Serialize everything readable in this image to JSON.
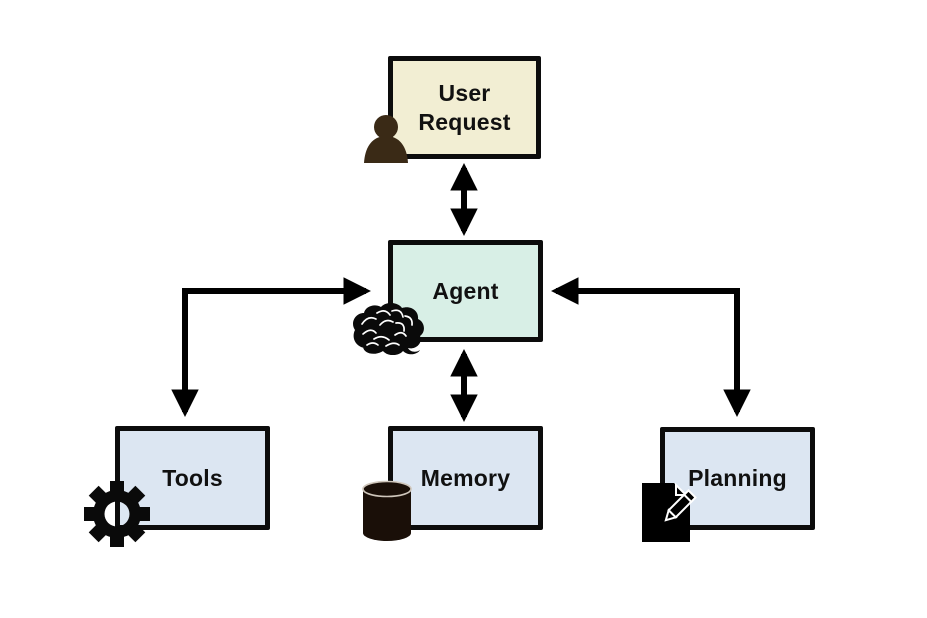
{
  "diagram": {
    "kind": "flowchart",
    "background": "#ffffff",
    "stroke_color": "#000000",
    "nodes": [
      {
        "id": "user-request",
        "label": "User Request",
        "fill": "#f2eed3",
        "icon": "person-icon"
      },
      {
        "id": "agent",
        "label": "Agent",
        "fill": "#d8efe6",
        "icon": "brain-icon"
      },
      {
        "id": "tools",
        "label": "Tools",
        "fill": "#dce6f2",
        "icon": "gear-icon"
      },
      {
        "id": "memory",
        "label": "Memory",
        "fill": "#dce6f2",
        "icon": "database-icon"
      },
      {
        "id": "planning",
        "label": "Planning",
        "fill": "#dce6f2",
        "icon": "note-pencil-icon"
      }
    ],
    "edges": [
      {
        "from": "user-request",
        "to": "agent",
        "arrows": "both",
        "shape": "straight-vertical"
      },
      {
        "from": "agent",
        "to": "memory",
        "arrows": "both",
        "shape": "straight-vertical"
      },
      {
        "from": "agent",
        "to": "tools",
        "arrows": "both",
        "shape": "elbow-left"
      },
      {
        "from": "agent",
        "to": "planning",
        "arrows": "both",
        "shape": "elbow-right"
      }
    ],
    "icon_colors": {
      "person": "#3a2a16",
      "brain": "#0a0a0a",
      "gear": "#0a0a0a",
      "database": "#1a0f08",
      "database_rim": "#cfc6bb",
      "note": "#000000"
    }
  }
}
